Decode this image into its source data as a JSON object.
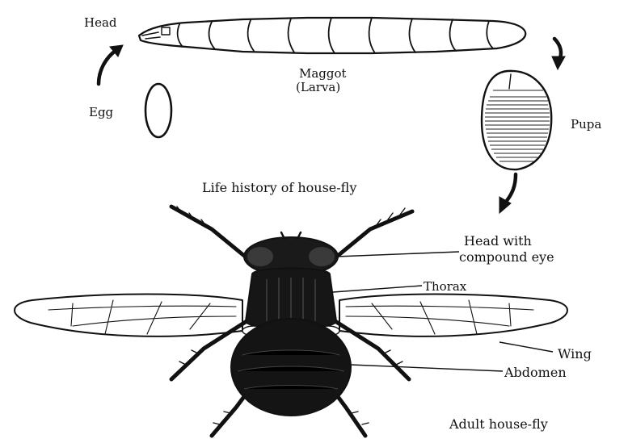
{
  "diagram": {
    "title": "Life history of house-fly",
    "stages": {
      "head": "Head",
      "egg": "Egg",
      "maggot": "Maggot",
      "larva": "(Larva)",
      "pupa": "Pupa"
    },
    "adult_labels": {
      "head_line1": "Head with",
      "head_line2": "compound eye",
      "thorax": "Thorax",
      "wing": "Wing",
      "abdomen": "Abdomen",
      "caption": "Adult house-fly"
    },
    "colors": {
      "ink": "#111111",
      "paper": "#ffffff"
    }
  }
}
